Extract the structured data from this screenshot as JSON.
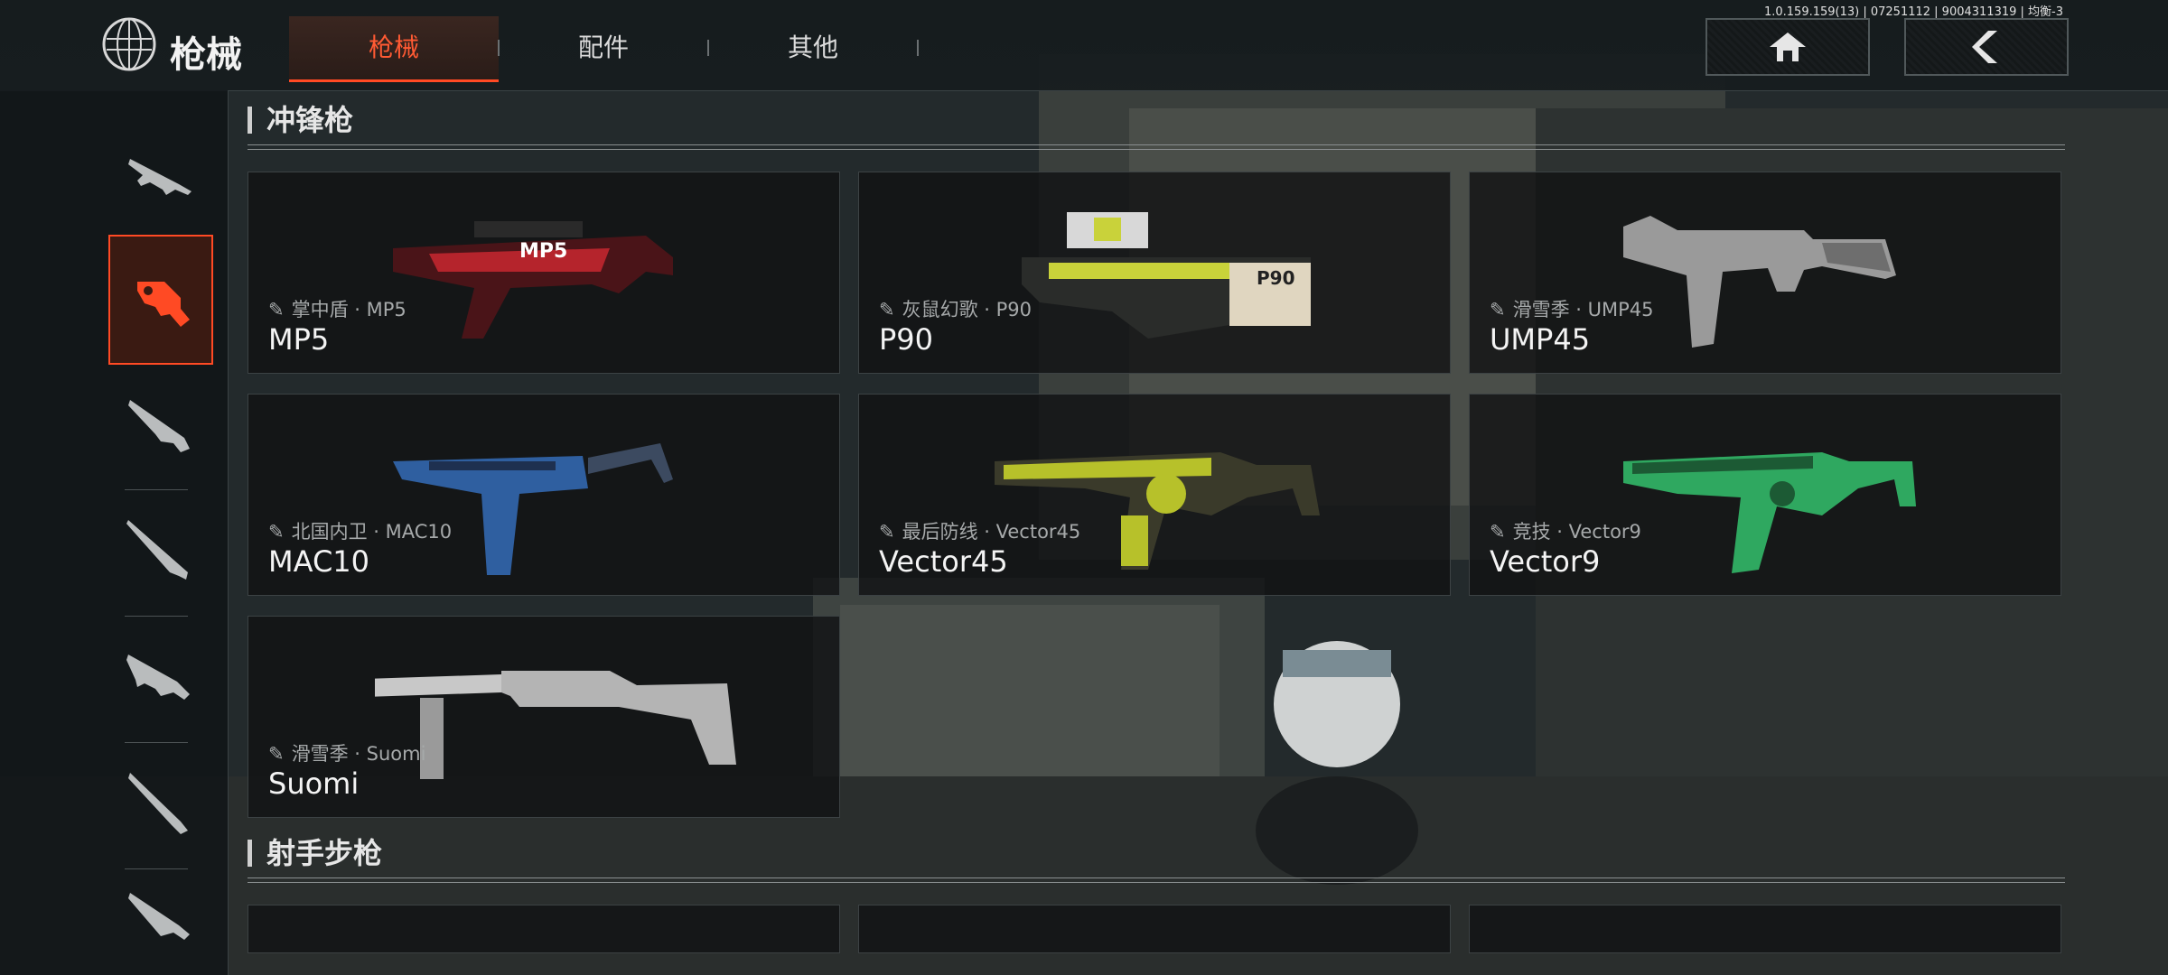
{
  "header": {
    "title": "枪械",
    "tabs": [
      {
        "label": "枪械",
        "active": true
      },
      {
        "label": "配件",
        "active": false
      },
      {
        "label": "其他",
        "active": false
      }
    ],
    "version": "1.0.159.159(13) | 07251112 | 9004311319 | 均衡-3",
    "buttons": [
      {
        "icon": "home-icon"
      },
      {
        "icon": "back-arrow-icon"
      }
    ]
  },
  "sidebar": {
    "items": [
      {
        "icon": "assault-rifle-icon",
        "active": false
      },
      {
        "icon": "smg-icon",
        "active": true
      },
      {
        "icon": "marksman-rifle-icon",
        "active": false
      },
      {
        "icon": "sniper-rifle-icon",
        "active": false
      },
      {
        "icon": "rifle-icon",
        "active": false
      },
      {
        "icon": "shotgun-icon",
        "active": false
      },
      {
        "icon": "lmg-icon",
        "active": false
      }
    ]
  },
  "sections": [
    {
      "title": "冲锋枪",
      "cards": [
        {
          "skin": "掌中盾 · MP5",
          "name": "MP5",
          "accent": "#b5242c"
        },
        {
          "skin": "灰鼠幻歌 · P90",
          "name": "P90",
          "accent": "#c9d23a"
        },
        {
          "skin": "滑雪季 · UMP45",
          "name": "UMP45",
          "accent": "#9a9a9a"
        },
        {
          "skin": "北国内卫 · MAC10",
          "name": "MAC10",
          "accent": "#2f5fa0"
        },
        {
          "skin": "最后防线 · Vector45",
          "name": "Vector45",
          "accent": "#b7c12a"
        },
        {
          "skin": "竞技 · Vector9",
          "name": "Vector9",
          "accent": "#2fa860"
        },
        {
          "skin": "滑雪季 · Suomi",
          "name": "Suomi",
          "accent": "#b4b4b4"
        }
      ]
    },
    {
      "title": "射手步枪",
      "cards": []
    }
  ],
  "colors": {
    "accent": "#ff4a24",
    "card_bg": "#101213"
  },
  "icons": {
    "skin_tag": "tag-icon",
    "logo": "globe-logo-icon"
  }
}
